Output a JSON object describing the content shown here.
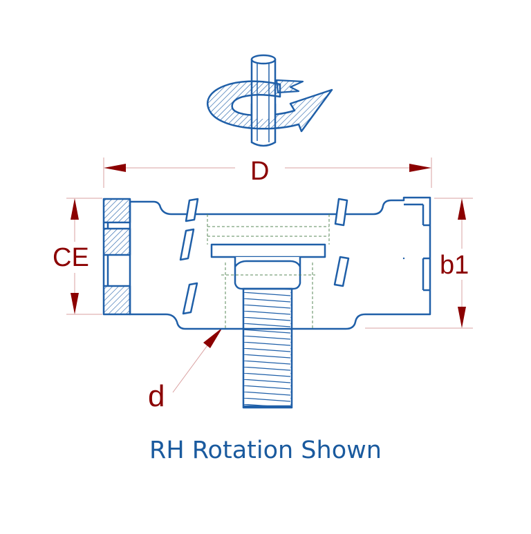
{
  "colors": {
    "line": "#1f5fa8",
    "hatch": "#1f5fa8",
    "dimension": "#8b0000",
    "caption": "#1a5a9e",
    "dashed": "#5a8a5a",
    "extension": "#d9a0a0"
  },
  "dimensions": {
    "diameter": "D",
    "cutting_edge": "CE",
    "body_height": "b1",
    "bore": "d"
  },
  "caption": "RH Rotation Shown",
  "icons": {
    "rotation": "rh-rotation-arrow-icon"
  }
}
